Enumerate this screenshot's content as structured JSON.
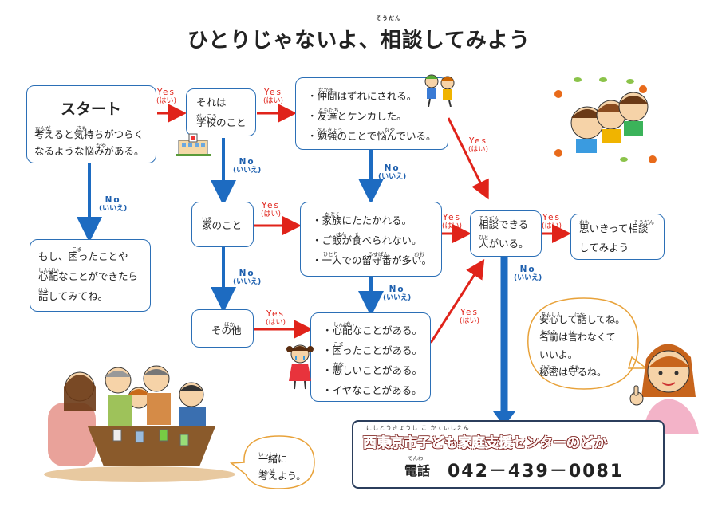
{
  "title": "ひとりじゃないよ、相談してみよう",
  "title_ruby": "そうだん",
  "labels": {
    "yes": "Yes",
    "yes_sub": "(はい)",
    "no": "No",
    "no_sub": "(いいえ)"
  },
  "start": {
    "heading": "スタート",
    "lines": [
      "考えると気持ちがつらく",
      "なるような悩みがある。"
    ],
    "ruby": [
      "かんが",
      "きも",
      "なや"
    ]
  },
  "if_not": {
    "lines": [
      "もし、困ったことや",
      "心配なことができたら",
      "話してみてね。"
    ],
    "ruby": [
      "こま",
      "しんぱい",
      "はな"
    ]
  },
  "school": {
    "lines": [
      "それは",
      "学校のこと"
    ],
    "ruby": [
      "がっこう"
    ]
  },
  "home": {
    "label": "家のこと",
    "ruby": [
      "いえ"
    ]
  },
  "other": {
    "label": "その他",
    "ruby": [
      "ほか"
    ]
  },
  "school_issues": {
    "items": [
      "仲間はずれにされる。",
      "友達とケンカした。",
      "勉強のことで悩んでいる。"
    ],
    "ruby": [
      "なかま",
      "ともだち",
      "べんきょう",
      "なや"
    ]
  },
  "home_issues": {
    "items": [
      "家族にたたかれる。",
      "ご飯が食べられない。",
      "一人での留守番が多い。"
    ],
    "ruby": [
      "かぞく",
      "はん",
      "た",
      "ひとり",
      "るすばん",
      "おお"
    ]
  },
  "other_issues": {
    "items": [
      "心配なことがある。",
      "困ったことがある。",
      "悲しいことがある。",
      "イヤなことがある。"
    ],
    "ruby": [
      "しんぱい",
      "こま",
      "かな"
    ]
  },
  "consult_person": {
    "lines": [
      "相談できる",
      "人がいる。"
    ],
    "ruby": [
      "そうだん",
      "ひと"
    ]
  },
  "go_consult": {
    "lines": [
      "思いきって相談",
      "してみよう"
    ],
    "ruby": [
      "おも",
      "そうだん"
    ]
  },
  "bubble_right": {
    "lines": [
      "安心して話してね。",
      "名前は言わなくて",
      "いいよ。",
      "秘密は守るね。"
    ],
    "ruby": [
      "あんしん",
      "はな",
      "なまえ",
      "い",
      "ひみつ",
      "まも"
    ]
  },
  "bubble_left": {
    "lines": [
      "一緒に",
      "考えよう。"
    ],
    "ruby": [
      "いっしょ",
      "かんが"
    ]
  },
  "contact": {
    "name": "西東京市子ども家庭支援センターのどか",
    "name_ruby": "にしとうきょうし こ かていしえん",
    "tel_label": "電話",
    "tel_ruby": "でんわ",
    "tel": "042－439－0081"
  },
  "colors": {
    "box_border": "#2b6fb6",
    "yes_arrow": "#e0231a",
    "no_arrow": "#1d6bc1",
    "text": "#222222"
  }
}
